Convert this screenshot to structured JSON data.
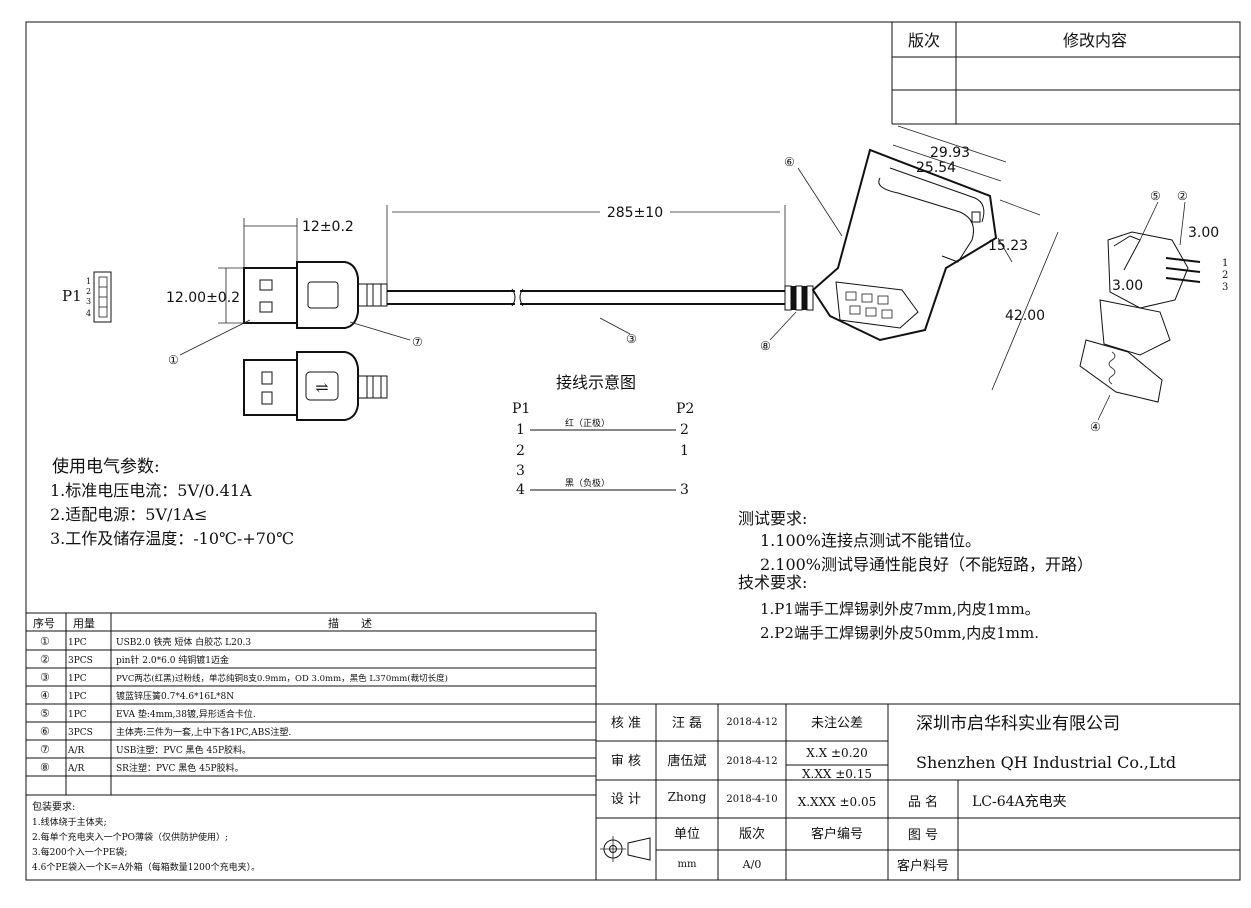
{
  "revision_table": {
    "col_version": "版次",
    "col_changes": "修改内容"
  },
  "dimensions": {
    "plug_length": "12±0.2",
    "plug_width": "12.00±0.2",
    "cable_length": "285±10",
    "clip_width_outer": "29.93",
    "clip_width_inner": "25.54",
    "clip_depth": "15.23",
    "clip_length": "42.00",
    "pin_pitch_a": "3.00",
    "pin_pitch_b": "3.00"
  },
  "connector_p1": {
    "label": "P1",
    "pins": [
      "1",
      "2",
      "3",
      "4"
    ]
  },
  "clip_pins": [
    "1",
    "2",
    "3"
  ],
  "callouts": [
    "①",
    "②",
    "③",
    "④",
    "⑤",
    "⑥",
    "⑦",
    "⑧"
  ],
  "wiring": {
    "title": "接线示意图",
    "left_header": "P1",
    "right_header": "P2",
    "rows": [
      {
        "left": "1",
        "wire": "红（正极）",
        "right": "2"
      },
      {
        "left": "2",
        "wire": "",
        "right": "1"
      },
      {
        "left": "3",
        "wire": "",
        "right": ""
      },
      {
        "left": "4",
        "wire": "黑（负极）",
        "right": "3"
      }
    ]
  },
  "electrical": {
    "title": "使用电气参数:",
    "items": [
      "1.标准电压电流：5V/0.41A",
      "2.适配电源：5V/1A≤",
      "3.工作及储存温度：-10℃-+70℃"
    ]
  },
  "test_requirements": {
    "title": "测试要求:",
    "items": [
      "1.100%连接点测试不能错位。",
      "2.100%测试导通性能良好（不能短路，开路）"
    ]
  },
  "tech_requirements": {
    "title": "技术要求:",
    "items": [
      "1.P1端手工焊锡剥外皮7mm,内皮1mm。",
      "2.P2端手工焊锡剥外皮50mm,内皮1mm."
    ]
  },
  "bom": {
    "headers": [
      "序号",
      "用量",
      "描　　述"
    ],
    "rows": [
      {
        "no": "①",
        "qty": "1PC",
        "desc": "USB2.0 铁壳 短体 白胶芯 L20.3"
      },
      {
        "no": "②",
        "qty": "3PCS",
        "desc": "pin针 2.0*6.0 纯铜镀1迈金"
      },
      {
        "no": "③",
        "qty": "1PC",
        "desc": "PVC两芯(红黑)过粉线，单芯纯铜8支0.9mm，OD 3.0mm，黑色 L370mm(裁切长度)"
      },
      {
        "no": "④",
        "qty": "1PC",
        "desc": "镀蓝锌压簧0.7*4.6*16L*8N"
      },
      {
        "no": "⑤",
        "qty": "1PC",
        "desc": "EVA 垫:4mm,38镀,异形适合卡位."
      },
      {
        "no": "⑥",
        "qty": "3PCS",
        "desc": "主体壳:三件为一套,上中下各1PC,ABS注塑."
      },
      {
        "no": "⑦",
        "qty": "A/R",
        "desc": "USB注塑：PVC 黑色 45P胶料。"
      },
      {
        "no": "⑧",
        "qty": "A/R",
        "desc": "SR注塑：PVC 黑色 45P胶料。"
      }
    ]
  },
  "packaging": {
    "title": "包装要求:",
    "items": [
      "1.线体绕于主体夹;",
      "2.每单个充电夹入一个PO薄袋（仅供防护使用）;",
      "3.每200个入一个PE袋;",
      "4.6个PE袋入一个K=A外箱（每箱数量1200个充电夹）。"
    ]
  },
  "title_block": {
    "rows": [
      {
        "role": "核 准",
        "name": "汪 磊",
        "date": "2018-4-12"
      },
      {
        "role": "审 核",
        "name": "唐伍斌",
        "date": "2018-4-12"
      },
      {
        "role": "设 计",
        "name": "Zhong",
        "date": "2018-4-10"
      }
    ],
    "tolerance_title": "未注公差",
    "tolerances": [
      "X.X ±0.20",
      "X.XX ±0.15",
      "X.XXX ±0.05"
    ],
    "company_cn": "深圳市启华科实业有限公司",
    "company_en": "Shenzhen QH Industrial Co.,Ltd",
    "product_label": "品 名",
    "product_name": "LC-64A充电夹",
    "drawing_no_label": "图 号",
    "customer_part_label": "客户料号",
    "unit_label": "单位",
    "unit_value": "mm",
    "version_label": "版次",
    "version_value": "A/0",
    "customer_no_label": "客户编号"
  }
}
